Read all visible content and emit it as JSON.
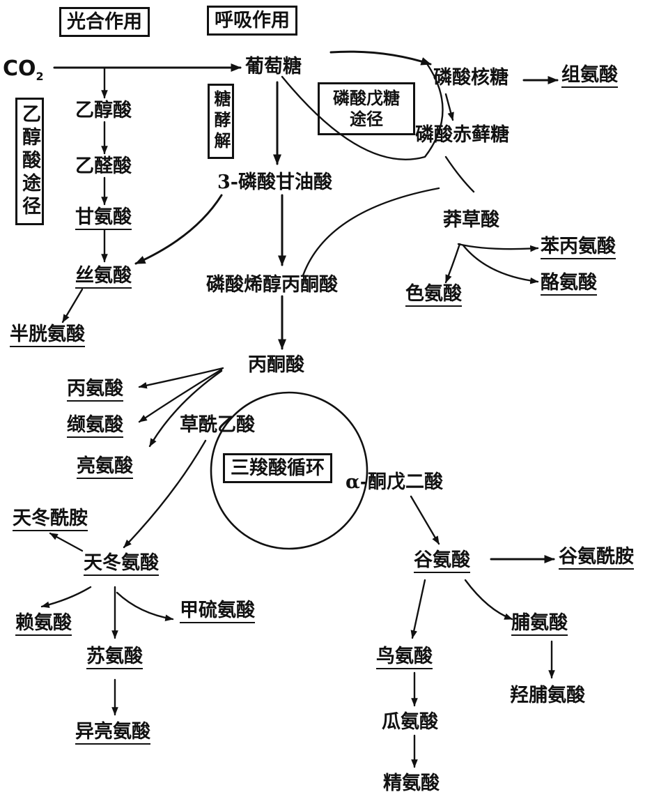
{
  "headers": {
    "photosynthesis": "光合作用",
    "respiration": "呼吸作用"
  },
  "co2": {
    "main": "CO",
    "sub": "2"
  },
  "pathways": {
    "glycolate": "乙醇酸途径",
    "glycolysis": "糖酵解",
    "pentose_phosphate": "磷酸戊糖途径",
    "tca": "三羧酸循环"
  },
  "metabolites": {
    "glucose": "葡萄糖",
    "ribose_phosphate": "磷酸核糖",
    "histidine": "组氨酸",
    "erythrose_phosphate": "磷酸赤藓糖",
    "shikimic_acid": "莽草酸",
    "phenylalanine": "苯丙氨酸",
    "tyrosine": "酪氨酸",
    "tryptophan": "色氨酸",
    "glycolic_acid": "乙醇酸",
    "glyoxylic_acid": "乙醛酸",
    "glycine": "甘氨酸",
    "serine": "丝氨酸",
    "cysteine": "半胱氨酸",
    "pga": "3-磷酸甘油酸",
    "pep": "磷酸烯醇丙酮酸",
    "pyruvate": "丙酮酸",
    "alanine": "丙氨酸",
    "valine": "缬氨酸",
    "leucine": "亮氨酸",
    "oxaloacetate": "草酰乙酸",
    "alpha_ketoglutarate": "α-酮戊二酸",
    "asparagine": "天冬酰胺",
    "aspartate": "天冬氨酸",
    "lysine": "赖氨酸",
    "methionine": "甲硫氨酸",
    "threonine": "苏氨酸",
    "isoleucine": "异亮氨酸",
    "glutamate": "谷氨酸",
    "glutamine": "谷氨酰胺",
    "ornithine": "鸟氨酸",
    "citrulline": "瓜氨酸",
    "arginine": "精氨酸",
    "proline": "脯氨酸",
    "hydroxyproline": "羟脯氨酸"
  }
}
